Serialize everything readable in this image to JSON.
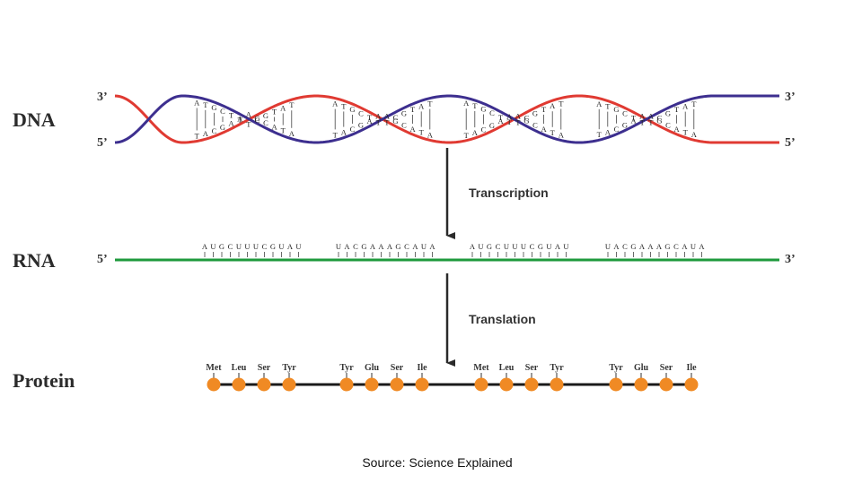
{
  "labels": {
    "dna": "DNA",
    "rna": "RNA",
    "protein": "Protein",
    "transcription": "Transcription",
    "translation": "Translation"
  },
  "ends": {
    "dna_left_top": "3’",
    "dna_left_bottom": "5’",
    "dna_right_top": "3’",
    "dna_right_bottom": "5’",
    "rna_left": "5’",
    "rna_right": "3’"
  },
  "dna_segments": [
    {
      "top": [
        "A",
        "T",
        "G",
        "C",
        "T",
        "T",
        "T",
        "C",
        "G",
        "T",
        "A",
        "T"
      ],
      "bottom": [
        "T",
        "A",
        "C",
        "G",
        "A",
        "A",
        "A",
        "G",
        "C",
        "A",
        "T",
        "A"
      ]
    },
    {
      "top": [
        "A",
        "T",
        "G",
        "C",
        "T",
        "T",
        "T",
        "C",
        "G",
        "T",
        "A",
        "T"
      ],
      "bottom": [
        "T",
        "A",
        "C",
        "G",
        "A",
        "A",
        "A",
        "G",
        "C",
        "A",
        "T",
        "A"
      ]
    },
    {
      "top": [
        "A",
        "T",
        "G",
        "C",
        "T",
        "T",
        "T",
        "C",
        "G",
        "T",
        "A",
        "T"
      ],
      "bottom": [
        "T",
        "A",
        "C",
        "G",
        "A",
        "A",
        "A",
        "G",
        "C",
        "A",
        "T",
        "A"
      ]
    },
    {
      "top": [
        "A",
        "T",
        "G",
        "C",
        "T",
        "T",
        "T",
        "C",
        "G",
        "T",
        "A",
        "T"
      ],
      "bottom": [
        "T",
        "A",
        "C",
        "G",
        "A",
        "A",
        "A",
        "G",
        "C",
        "A",
        "T",
        "A"
      ]
    }
  ],
  "rna_segments": [
    [
      "A",
      "U",
      "G",
      "C",
      "U",
      "U",
      "U",
      "C",
      "G",
      "U",
      "A",
      "U"
    ],
    [
      "U",
      "A",
      "C",
      "G",
      "A",
      "A",
      "A",
      "G",
      "C",
      "A",
      "U",
      "A"
    ],
    [
      "A",
      "U",
      "G",
      "C",
      "U",
      "U",
      "U",
      "C",
      "G",
      "U",
      "A",
      "U"
    ],
    [
      "U",
      "A",
      "C",
      "G",
      "A",
      "A",
      "A",
      "G",
      "C",
      "A",
      "U",
      "A"
    ]
  ],
  "protein_groups": [
    [
      "Met",
      "Leu",
      "Ser",
      "Tyr"
    ],
    [
      "Tyr",
      "Glu",
      "Ser",
      "Ile"
    ],
    [
      "Met",
      "Leu",
      "Ser",
      "Tyr"
    ],
    [
      "Tyr",
      "Glu",
      "Ser",
      "Ile"
    ]
  ],
  "colors": {
    "strand_red": "#e03a32",
    "strand_blue": "#3d2f8f",
    "rna_green": "#1e9a3c",
    "amino_orange": "#f08a24",
    "arrow": "#2a2a2a"
  },
  "source": "Source: Science Explained"
}
